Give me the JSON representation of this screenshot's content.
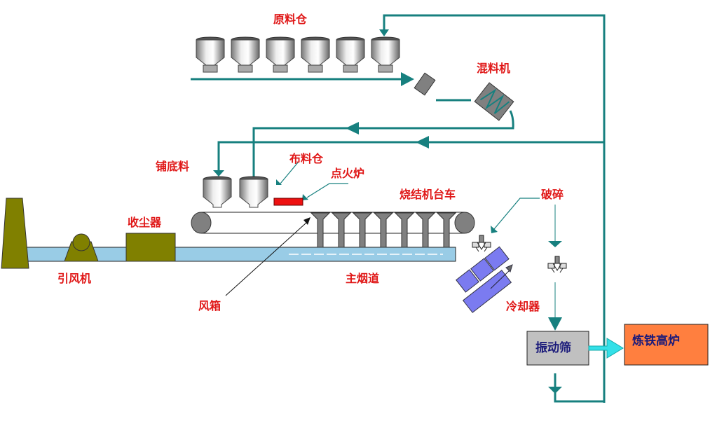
{
  "labels": {
    "raw_bins": "原料仓",
    "mixer": "混料机",
    "bedding": "铺底料",
    "feed_bin": "布料仓",
    "igniter": "点火炉",
    "sinter_car": "烧结机台车",
    "crusher": "破碎",
    "dust_collector": "收尘器",
    "fan": "引风机",
    "main_flue": "主烟道",
    "windbox": "风箱",
    "cooler": "冷却器",
    "screen": "振动筛",
    "blast_furnace": "炼铁高炉"
  },
  "colors": {
    "flow_line": "#17807f",
    "label_text": "#e01818",
    "box_text": "#1a1a7a",
    "olive": "#808000",
    "duct": "#99cce6",
    "cooler": "#7b7bf0",
    "screen_box": "#c0c0c0",
    "furnace_box": "#ff7f3f",
    "igniter": "#ee1111",
    "product_arrow": "#33e0e8"
  },
  "raw_bin_count": 6,
  "windbox_count": 7
}
